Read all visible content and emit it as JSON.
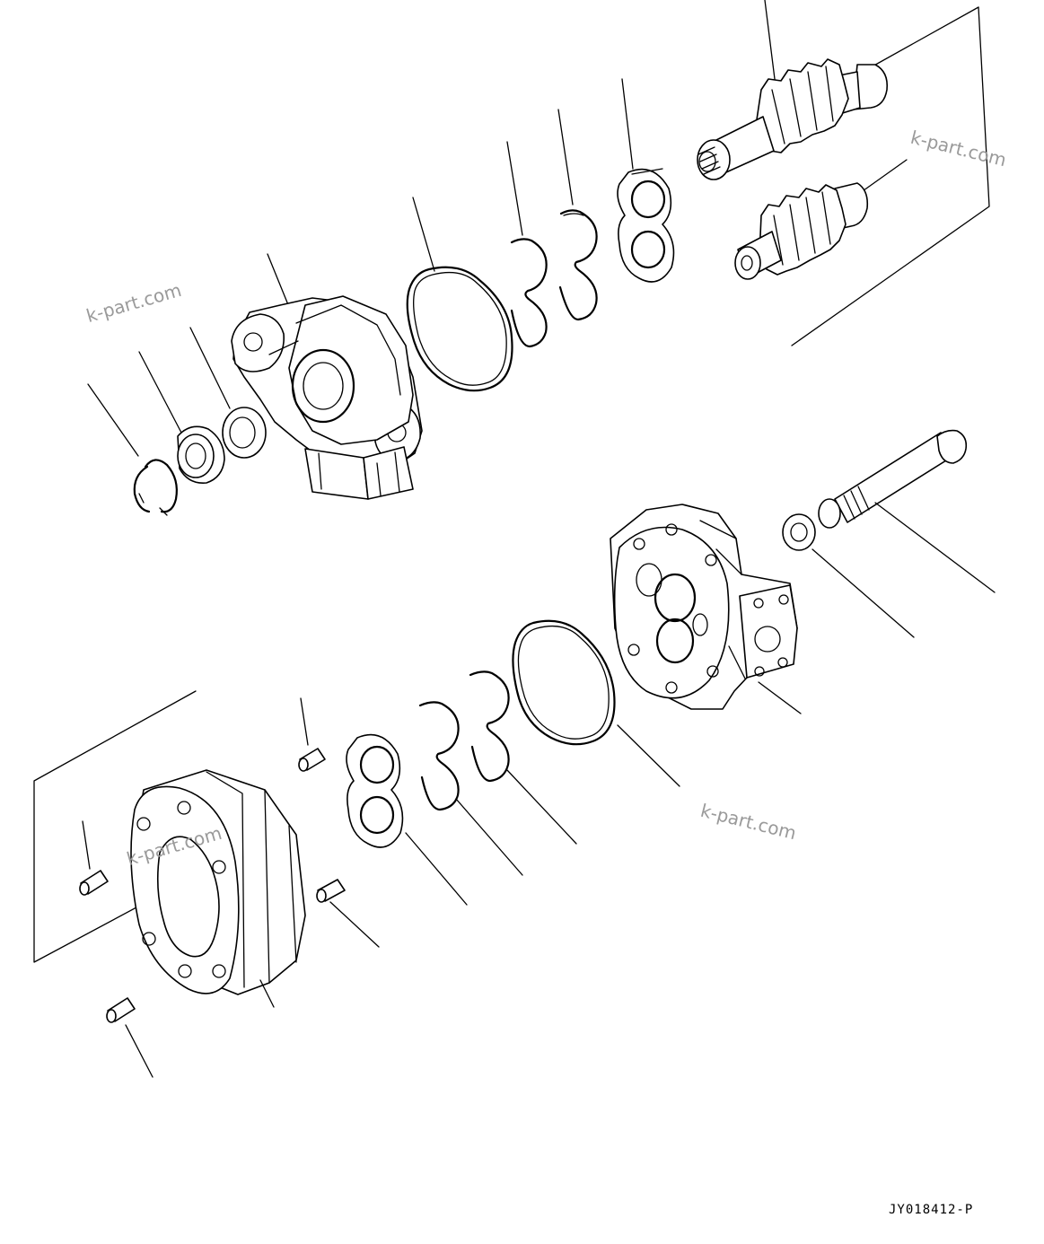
{
  "drawing": {
    "code": "JY018412-P"
  },
  "watermarks": [
    {
      "text": "k-part.com"
    },
    {
      "text": "k-part.com"
    },
    {
      "text": "k-part.com"
    },
    {
      "text": "k-part.com"
    }
  ],
  "parts": [
    {
      "icon": "drive-gear-shaft-icon"
    },
    {
      "icon": "driven-gear-shaft-icon"
    },
    {
      "icon": "thrust-plate-icon"
    },
    {
      "icon": "backup-ring-icon"
    },
    {
      "icon": "seal-ring-icon"
    },
    {
      "icon": "o-ring-icon"
    },
    {
      "icon": "front-cover-icon"
    },
    {
      "icon": "washer-icon"
    },
    {
      "icon": "oil-seal-icon"
    },
    {
      "icon": "snap-ring-icon"
    },
    {
      "icon": "bolt-icon"
    },
    {
      "icon": "rear-cover-icon"
    },
    {
      "icon": "gear-case-icon"
    },
    {
      "icon": "dowel-pin-icon"
    }
  ]
}
